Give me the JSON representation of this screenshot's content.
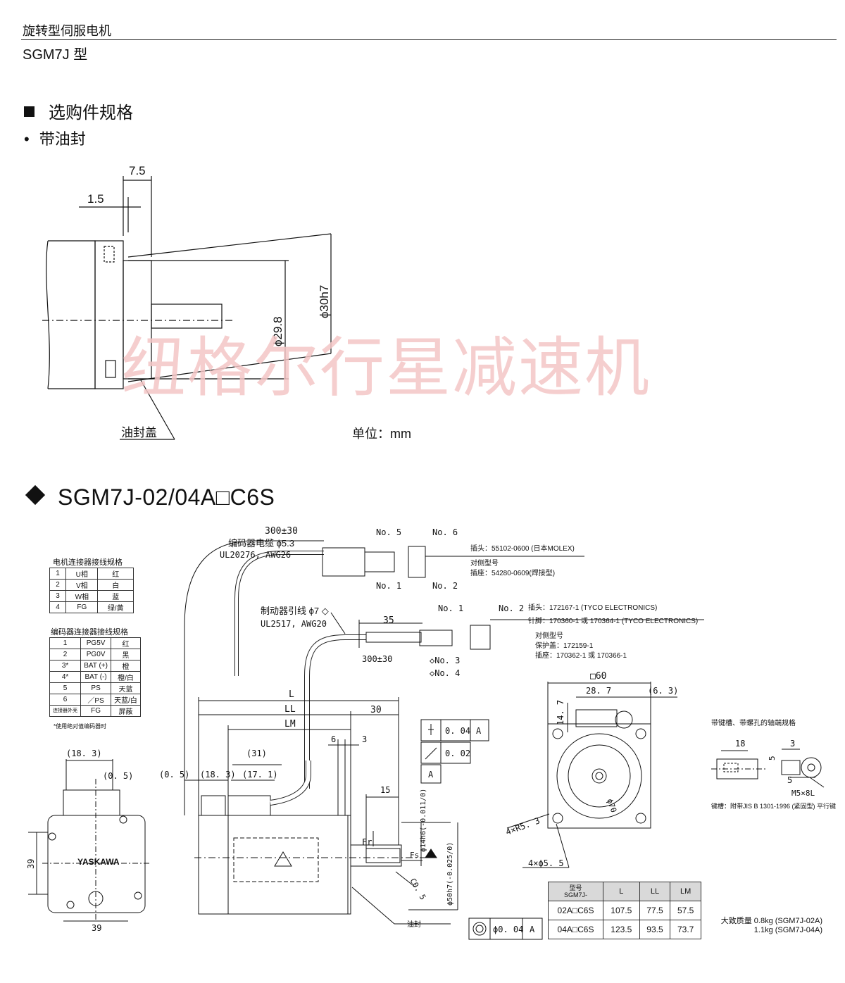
{
  "header": {
    "title": "旋转型伺服电机",
    "model": "SGM7J 型"
  },
  "option_section": {
    "heading": "选购件规格",
    "bullet": "带油封",
    "dims": {
      "d1": "7.5",
      "d2": "1.5",
      "d3": "ϕ29.8",
      "d4": "ϕ30h7"
    },
    "oil_seal_label": "油封盖",
    "unit": "单位：mm"
  },
  "watermark": "纽格尔行星减速机",
  "model_section": {
    "heading": "SGM7J-02/04A□C6S"
  },
  "motor_connector": {
    "caption": "电机连接器接线规格",
    "rows": [
      [
        "1",
        "U相",
        "红"
      ],
      [
        "2",
        "V相",
        "白"
      ],
      [
        "3",
        "W相",
        "蓝"
      ],
      [
        "4",
        "FG",
        "绿/黄"
      ]
    ]
  },
  "encoder_connector": {
    "caption": "编码器连接器接线规格",
    "rows": [
      [
        "1",
        "PG5V",
        "红"
      ],
      [
        "2",
        "PG0V",
        "黑"
      ],
      [
        "3*",
        "BAT (+)",
        "橙"
      ],
      [
        "4*",
        "BAT (-)",
        "橙/白"
      ],
      [
        "5",
        "PS",
        "天蓝"
      ],
      [
        "6",
        "／PS",
        "天蓝/白"
      ],
      [
        "连接器外壳",
        "FG",
        "屏蔽"
      ]
    ],
    "note": "*使用绝对值编码器时"
  },
  "encoder_cable": {
    "len": "300±30",
    "name": "编码器电缆 ϕ5.3",
    "spec": "UL20276, AWG26",
    "no5": "No. 5",
    "no6": "No. 6",
    "no1": "No. 1",
    "no2": "No. 2",
    "plug": "插头：55102-0600 (日本MOLEX)",
    "mate": "对侧型号",
    "socket": "插座：54280-0609(焊接型)"
  },
  "brake_cable": {
    "name": "制动器引线 ϕ7 ◇",
    "spec": "UL2517, AWG20",
    "len35": "35",
    "len300": "300±30",
    "no1": "No. 1",
    "no2": "No. 2",
    "no3": "◇No. 3",
    "no4": "◇No. 4",
    "plug": "插头：172167-1 (TYCO ELECTRONICS)",
    "pin": "针脚：170360-1 或 170364-1 (TYCO ELECTRONICS)",
    "mate": "对侧型号",
    "cover": "保护盖：172159-1",
    "socket": "插座：170362-1 或 170366-1"
  },
  "front_view": {
    "d183": "(18. 3)",
    "d05": "(0. 5)",
    "d39h": "39",
    "d39v": "39",
    "brand": "YASKAWA"
  },
  "side_view": {
    "L": "L",
    "LL": "LL",
    "LM": "LM",
    "d30": "30",
    "d6": "6",
    "d3": "3",
    "d05": "(0. 5)",
    "d183": "(18. 3)",
    "d171": "(17. 1)",
    "d31": "(31)",
    "d15": "15",
    "Fr": "Fr",
    "Fs": "Fs",
    "c05": "C0. 5",
    "shaft": "ϕ14h6(-0.011/0)",
    "spigot": "ϕ50h7(-0.025/0)",
    "oilseal": "油封",
    "tol1": "0. 04",
    "tol2": "0. 02",
    "tol3": "ϕ0. 04",
    "datum": "A"
  },
  "flange_view": {
    "sq": "□60",
    "d287": "28. 7",
    "d63": "(6. 3)",
    "d147": "14. 7",
    "r53": "4×R5. 3",
    "h55": "4×ϕ5. 5",
    "d70": "ϕ70"
  },
  "shaft_end": {
    "caption": "带键槽、带螺孔的轴端规格",
    "d18": "18",
    "d3": "3",
    "d5a": "5",
    "d5b": "5",
    "m5": "M5×8L",
    "key": "键槽：附带JIS B 1301-1996 (紧固型) 平行键"
  },
  "dim_table": {
    "headers": [
      "型号\nSGM7J-",
      "L",
      "LL",
      "LM"
    ],
    "rows": [
      [
        "02A□C6S",
        "107.5",
        "77.5",
        "57.5"
      ],
      [
        "04A□C6S",
        "123.5",
        "93.5",
        "73.7"
      ]
    ]
  },
  "mass": {
    "line1": "大致质量 0.8kg (SGM7J-02A)",
    "line2": "1.1kg (SGM7J-04A)"
  }
}
